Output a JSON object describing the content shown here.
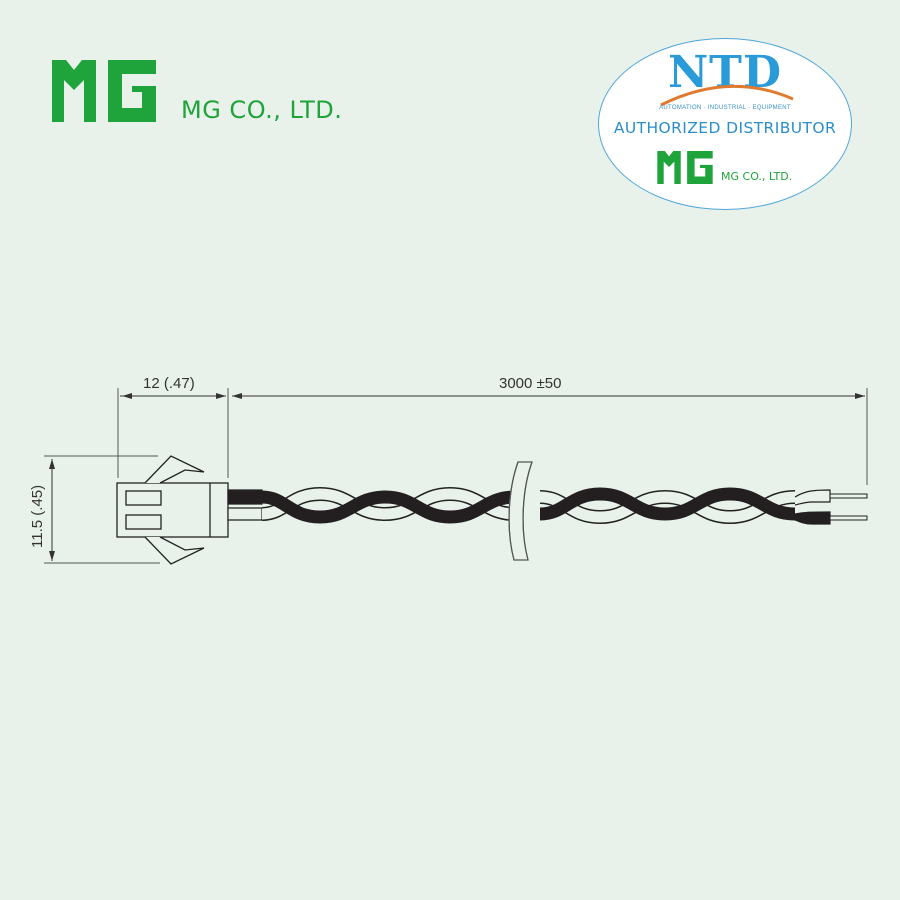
{
  "brand": {
    "logo_mark": "MG",
    "company_name": "MG CO., LTD.",
    "color": "#1fa33b"
  },
  "distributor_badge": {
    "logo": "NTD",
    "tagline": "AUTOMATION · INDUSTRIAL · EQUIPMENT",
    "title": "AUTHORIZED DISTRIBUTOR",
    "partner_mark": "MG",
    "partner_name": "MG CO., LTD.",
    "ntd_color": "#2a9ad8",
    "arc_color": "#e07a2e",
    "border_color": "#4fa6d8"
  },
  "drawing": {
    "subject": "Connector with twisted pair wire lead",
    "dimensions": {
      "connector_length": "12 (.47)",
      "wire_length": "3000 ±50",
      "connector_height": "11.5 (.45)"
    },
    "line_color": "#333333",
    "wire_dark_color": "#231f20",
    "background_color": "#e8f2ea"
  }
}
